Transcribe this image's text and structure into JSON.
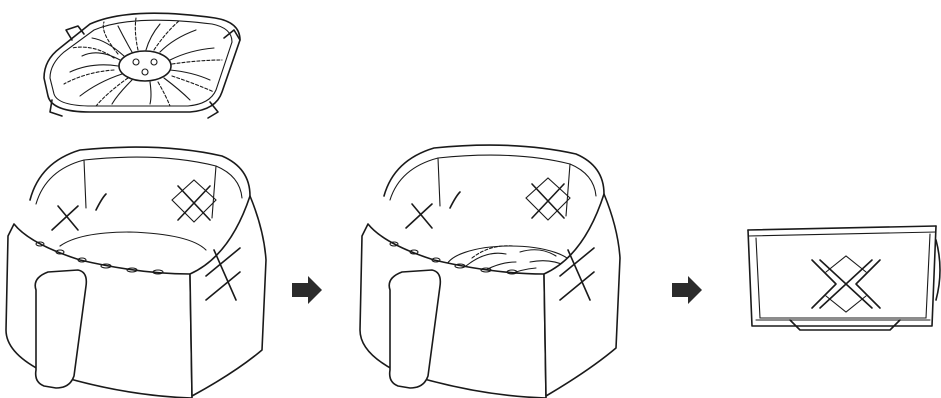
{
  "figure": {
    "steps": [
      {
        "id": "crisper-plate",
        "shown": "separate"
      },
      {
        "id": "basket-empty",
        "shown": "basket"
      },
      {
        "id": "basket-with-plate",
        "shown": "basket"
      },
      {
        "id": "basket-side-view",
        "shown": "basket"
      }
    ],
    "arrows": [
      {
        "from": "basket-empty",
        "to": "basket-with-plate",
        "icon": "arrow-right-icon"
      },
      {
        "from": "basket-with-plate",
        "to": "basket-side-view",
        "icon": "arrow-right-icon"
      }
    ],
    "colors": {
      "line": "#1a1a1a",
      "arrow": "#2b2b2b",
      "background": "#ffffff"
    }
  }
}
